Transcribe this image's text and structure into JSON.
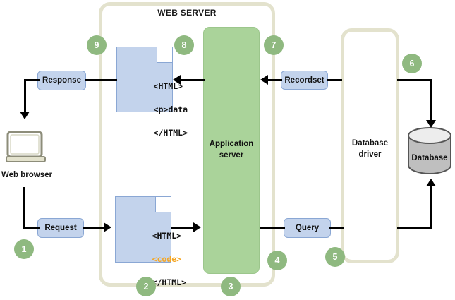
{
  "diagram": {
    "title": "WEB SERVER",
    "containers": {
      "web_server_label": "WEB SERVER",
      "database_driver_label": "Database\ndriver"
    },
    "nodes": {
      "browser": {
        "label": "Web browser",
        "icon": "laptop-icon"
      },
      "response": {
        "label": "Response"
      },
      "request": {
        "label": "Request"
      },
      "app_server": {
        "label": "Application\nserver",
        "color": "#AAD39A"
      },
      "recordset": {
        "label": "Recordset"
      },
      "query": {
        "label": "Query"
      },
      "database": {
        "label": "Database",
        "icon": "database-cylinder-icon"
      }
    },
    "documents": {
      "response_page": {
        "line1": "<HTML>",
        "line2": "<p>data",
        "line3": "</HTML>",
        "highlight_color": "#111111"
      },
      "request_page": {
        "line1": "<HTML>",
        "line2": "<code>",
        "line3": "</HTML>",
        "highlight_color": "#F5A623"
      }
    },
    "steps": [
      {
        "number": "1"
      },
      {
        "number": "2"
      },
      {
        "number": "3"
      },
      {
        "number": "4"
      },
      {
        "number": "5"
      },
      {
        "number": "6"
      },
      {
        "number": "7"
      },
      {
        "number": "8"
      },
      {
        "number": "9"
      }
    ],
    "colors": {
      "container_border": "#E3E2CD",
      "app_server_fill": "#AAD39A",
      "pill_fill": "#C3D3EC",
      "pill_border": "#8AA7D4",
      "step_circle": "#8FB980",
      "code_orange": "#F5A623",
      "connector": "#000000"
    }
  }
}
